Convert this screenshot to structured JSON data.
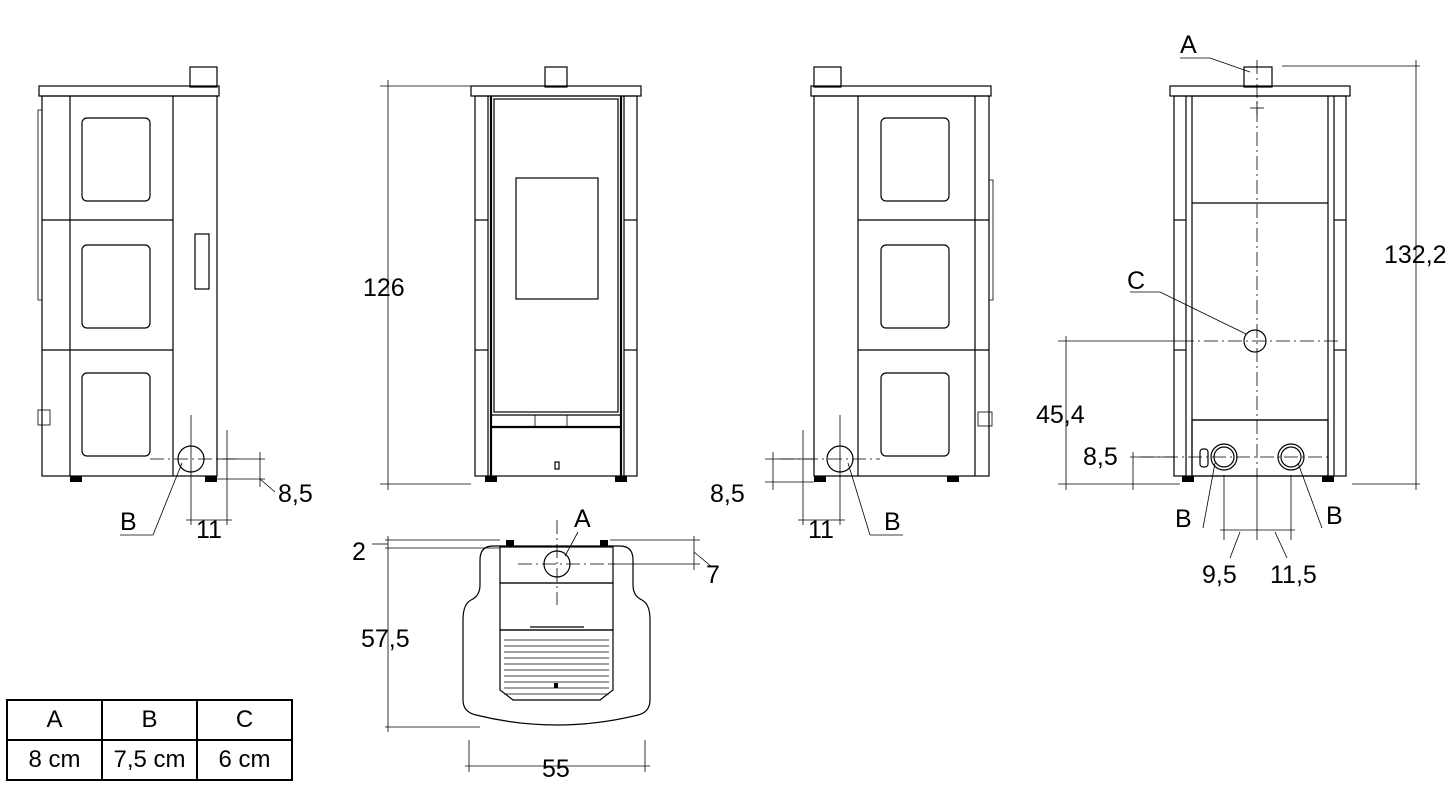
{
  "dimensions": {
    "left_view": {
      "b_height": "8,5",
      "b_offset": "11"
    },
    "front_view": {
      "height": "126"
    },
    "top_view": {
      "offset_front": "2",
      "offset_a": "7",
      "depth": "57,5",
      "width": "55"
    },
    "right_view": {
      "b_height": "8,5",
      "b_offset": "11"
    },
    "rear_view": {
      "total_height": "132,2",
      "c_height": "45,4",
      "b_height": "8,5",
      "b_spacing_left": "9,5",
      "b_spacing_right": "11,5"
    }
  },
  "labels": {
    "a": "A",
    "b": "B",
    "c": "C"
  },
  "legend": {
    "headers": [
      "A",
      "B",
      "C"
    ],
    "values": [
      "8 cm",
      "7,5 cm",
      "6 cm"
    ]
  }
}
